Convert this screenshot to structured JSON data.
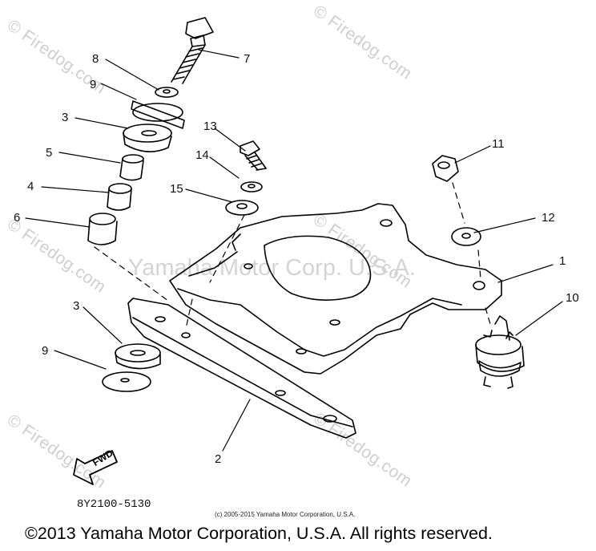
{
  "watermarks": {
    "site": "© Firedog.com",
    "center": "Yamaha Motor Corp. U.S.A."
  },
  "callouts": {
    "c1": "1",
    "c2": "2",
    "c3a": "3",
    "c3b": "3",
    "c4": "4",
    "c5": "5",
    "c6": "6",
    "c7": "7",
    "c8": "8",
    "c9a": "9",
    "c9b": "9",
    "c10": "10",
    "c11": "11",
    "c12": "12",
    "c13": "13",
    "c14": "14",
    "c15": "15"
  },
  "fwd_label": "FWD",
  "part_code": "8Y2100-5130",
  "small_copyright": "(c) 2005-2015 Yamaha Motor Corporation, U.S.A.",
  "footer_copyright": "©2013 Yamaha Motor Corporation, U.S.A. All rights reserved.",
  "colors": {
    "line": "#000000",
    "watermark": "#cfcfcf"
  }
}
